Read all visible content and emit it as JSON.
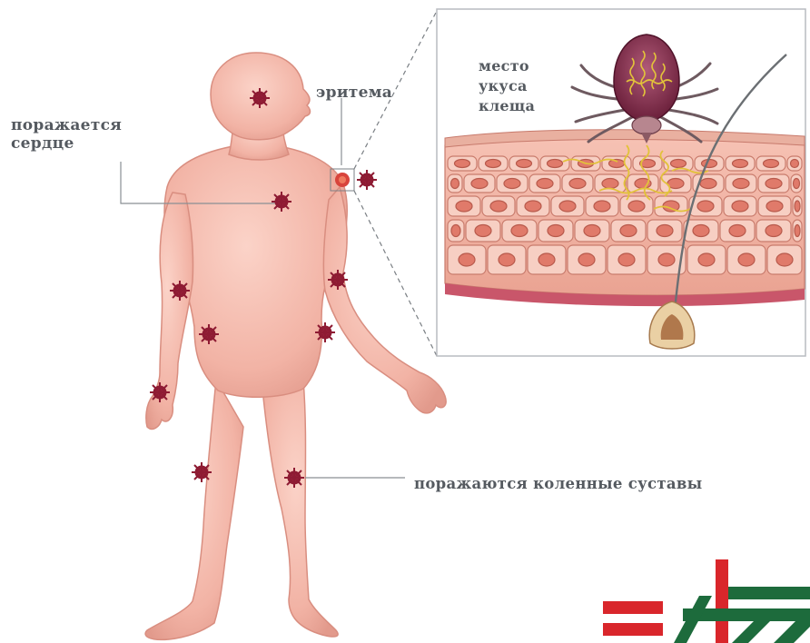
{
  "labels": {
    "heart": [
      "поражается",
      "сердце"
    ],
    "erythema": "эритема",
    "bite": [
      "место",
      "укуса",
      "клеща"
    ],
    "knees": "поражаются коленные суставы"
  },
  "colors": {
    "skin": "#f2b3a5",
    "lesion": "#8e1b33",
    "erythema": "#d8443c",
    "tick_body": "#7c2a46",
    "borrelia": "#e2c23a",
    "logo_red": "#d9262b",
    "logo_green": "#1d6b3c"
  },
  "icons": [
    "lesion-icon",
    "tick-icon",
    "logo-icon"
  ]
}
